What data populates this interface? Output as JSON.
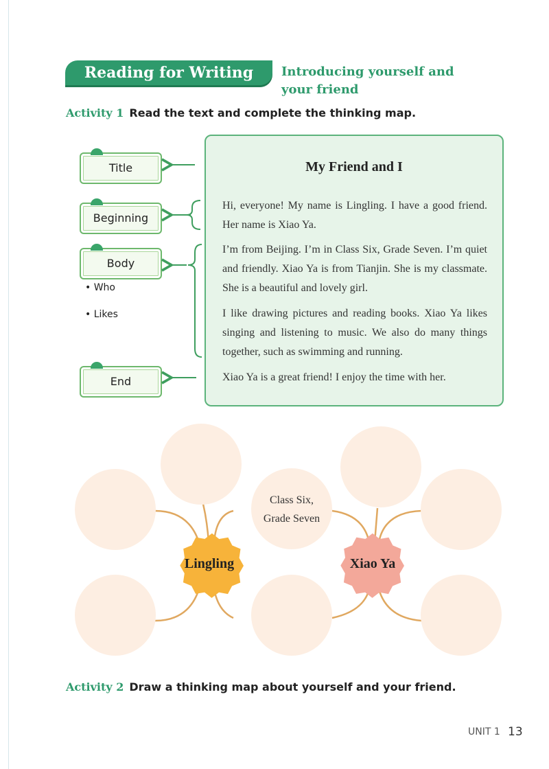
{
  "header": {
    "banner": "Reading for Writing",
    "subtitle_line1": "Introducing yourself and",
    "subtitle_line2": "your friend"
  },
  "activity1": {
    "label": "Activity 1",
    "instruction": "Read the text and complete the thinking map."
  },
  "structure": {
    "title_label": "Title",
    "beginning_label": "Beginning",
    "body_label": "Body",
    "end_label": "End",
    "body_points": [
      "Who",
      "Likes"
    ]
  },
  "text": {
    "title": "My Friend and I",
    "paragraphs": [
      "Hi, everyone! My name is Lingling. I have a good friend. Her name is Xiao Ya.",
      "I’m from Beijing. I’m in Class Six, Grade Seven. I’m quiet and friendly. Xiao Ya is from Tianjin. She is my classmate. She is a beautiful and lovely girl.",
      "I like drawing pictures and reading books. Xiao Ya likes singing and listening to music. We also do many things together, such as swimming and running.",
      "Xiao Ya is a great friend! I enjoy the time with her."
    ]
  },
  "thinking_map": {
    "left_center": "Lingling",
    "right_center": "Xiao Ya",
    "shared_line1": "Class Six,",
    "shared_line2": "Grade Seven",
    "colors": {
      "bubble": "#fdeee2",
      "connector": "#e0a860",
      "star_left": "#f7b33a",
      "star_right": "#f3a89a"
    }
  },
  "activity2": {
    "label": "Activity 2",
    "instruction": "Draw a thinking map about yourself and your friend."
  },
  "footer": {
    "unit": "UNIT 1",
    "page": "13"
  }
}
